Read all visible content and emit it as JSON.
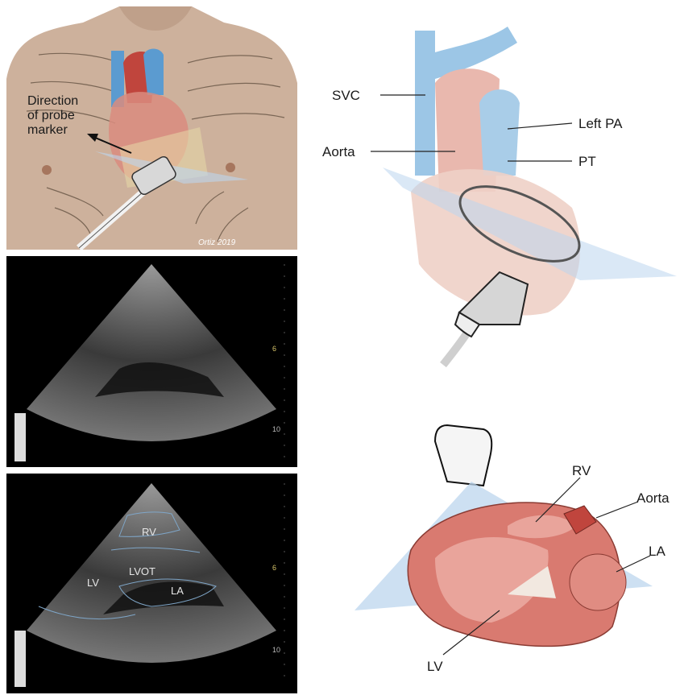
{
  "torso_panel": {
    "direction_label": [
      "Direction",
      "of probe",
      "marker"
    ],
    "credit": "Ortiz 2019"
  },
  "echo_top": {
    "scale_marks": [
      "6",
      "10"
    ]
  },
  "echo_bottom": {
    "labels": {
      "rv": "RV",
      "lvot": "LVOT",
      "lv": "LV",
      "la": "LA"
    },
    "scale_marks": [
      "6",
      "10"
    ]
  },
  "heart_panel": {
    "labels": {
      "svc": "SVC",
      "aorta": "Aorta",
      "left_pa": "Left PA",
      "pt": "PT"
    }
  },
  "section_panel": {
    "labels": {
      "rv": "RV",
      "aorta": "Aorta",
      "la": "LA",
      "lv": "LV"
    }
  },
  "colors": {
    "skin": "#cdb19c",
    "aorta_red": "#c0453d",
    "vein_blue": "#8fbfe0",
    "myocardium": "#d97a70",
    "plane_blue": "#bcd6ee"
  }
}
